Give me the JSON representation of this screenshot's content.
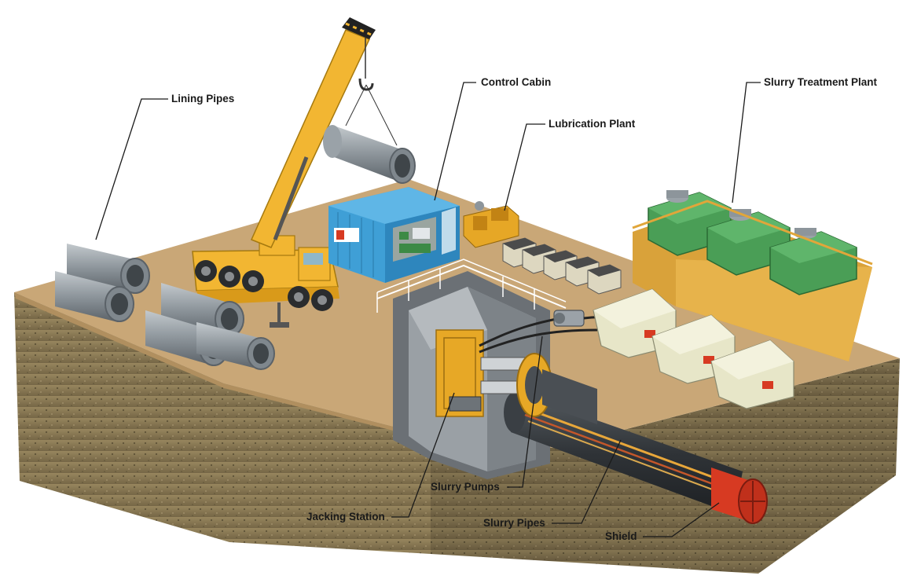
{
  "labels": {
    "lining_pipes": "Lining Pipes",
    "control_cabin": "Control Cabin",
    "lubrication_plant": "Lubrication Plant",
    "slurry_treatment_plant": "Slurry Treatment Plant",
    "slurry_pumps": "Slurry Pumps",
    "jacking_station": "Jacking Station",
    "slurry_pipes": "Slurry Pipes",
    "shield": "Shield"
  },
  "colors": {
    "ground_top": "#c9a777",
    "soil": "#8a7a55",
    "crane": "#f2b632",
    "cabin": "#3f9fd6",
    "pipes": "#8d959b",
    "tanks": "#3f8f4a",
    "bins": "#e7e6c8",
    "shield": "#d73a22"
  }
}
